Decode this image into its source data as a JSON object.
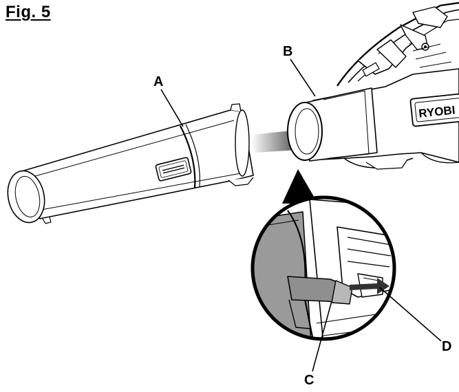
{
  "figure": {
    "title": "Fig. 5",
    "callouts": {
      "a": "A",
      "b": "B",
      "c": "C",
      "d": "D"
    },
    "brand_logo": "RYOBI"
  }
}
